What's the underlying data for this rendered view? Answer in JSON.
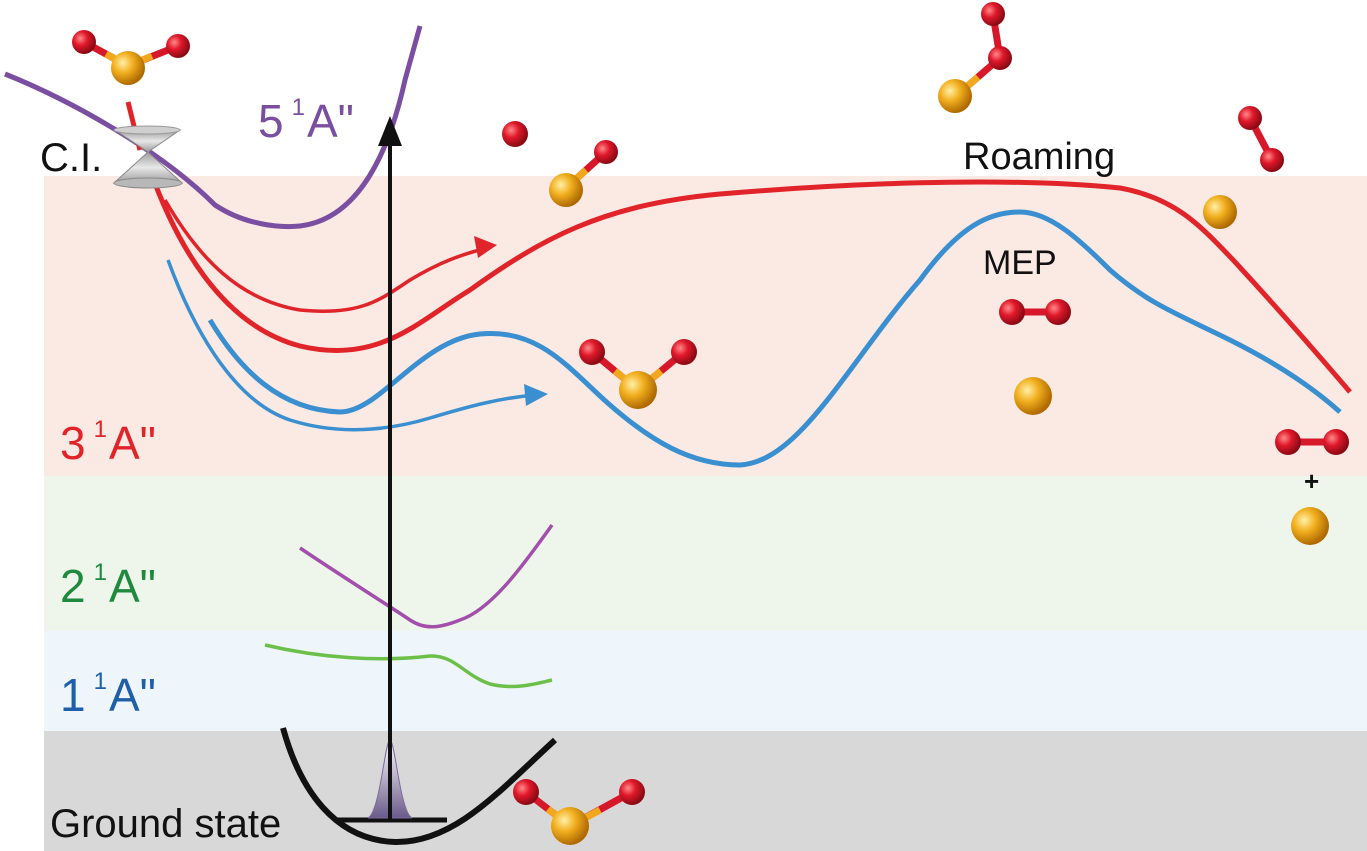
{
  "states": [
    {
      "key": "s5",
      "num": "5",
      "sup": "1",
      "sym": "A\"",
      "color": "#7a4ea0"
    },
    {
      "key": "s3",
      "num": "3",
      "sup": "1",
      "sym": "A\"",
      "color": "#e0242a"
    },
    {
      "key": "s2",
      "num": "2",
      "sup": "1",
      "sym": "A\"",
      "color": "#1f8a3e"
    },
    {
      "key": "s1",
      "num": "1",
      "sup": "1",
      "sym": "A\"",
      "color": "#1f5fa8"
    }
  ],
  "labels": {
    "conical_intersection": "C.I.",
    "roaming": "Roaming",
    "mep": "MEP",
    "ground_state": "Ground state",
    "plus": "+"
  },
  "colors": {
    "band_s3": "#fbe9e4",
    "band_s2": "#eef5ea",
    "band_s1": "#eef6fb",
    "band_ground": "#d8d8d8",
    "roaming_curve": "#e0242a",
    "mep_curve": "#3a8fd0",
    "s5_curve": "#7a4ea0",
    "s2_curve": "#a24eab",
    "s1_curve": "#6cc04a",
    "ground_curve": "#111111",
    "oxygen_atom": "#d7182a",
    "sulfur_atom": "#f2a81d"
  }
}
